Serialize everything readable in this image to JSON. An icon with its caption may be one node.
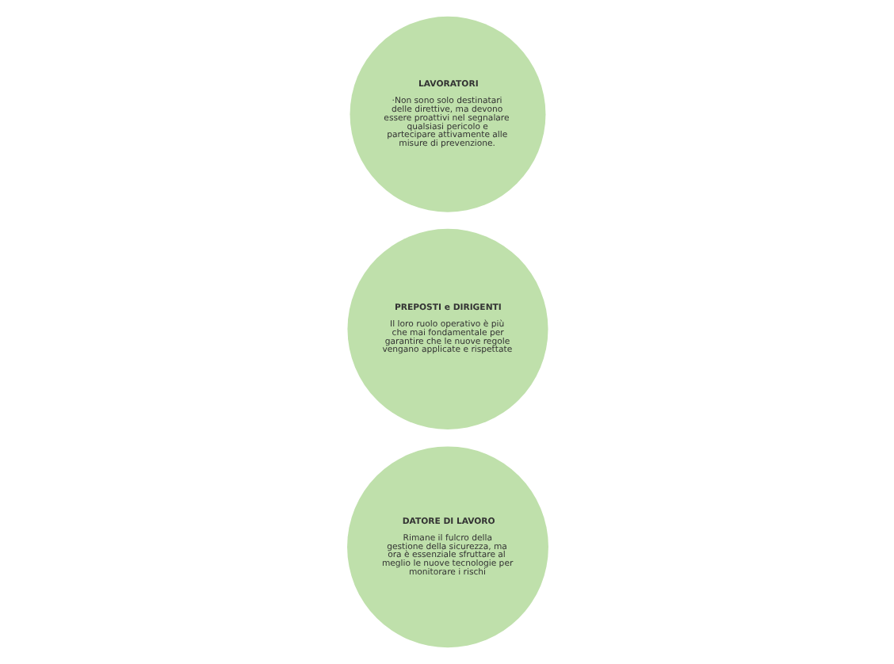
{
  "diagram": {
    "nodes": [
      {
        "text": [
          "DATORE DI LAVORO",
          "Rimane il fulcro della gestione della sicurezza, ma ora è essenziale sfruttare al meglio le nuove tecnologie per monitorare i rischi"
        ]
      },
      {
        "text": [
          "PREPOSTI e DIRIGENTI",
          "Il loro ruolo operativo è più che mai fondamentale per garantire che le nuove regole vengano applicate e rispettate"
        ]
      },
      {
        "text": [
          "LAVORATORI",
          "·Non sono solo destinatari delle direttive, ma devono essere proattivi nel segnalare qualsiasi pericolo e partecipare attivamente alle misure di prevenzione."
        ]
      }
    ],
    "edges": []
  }
}
